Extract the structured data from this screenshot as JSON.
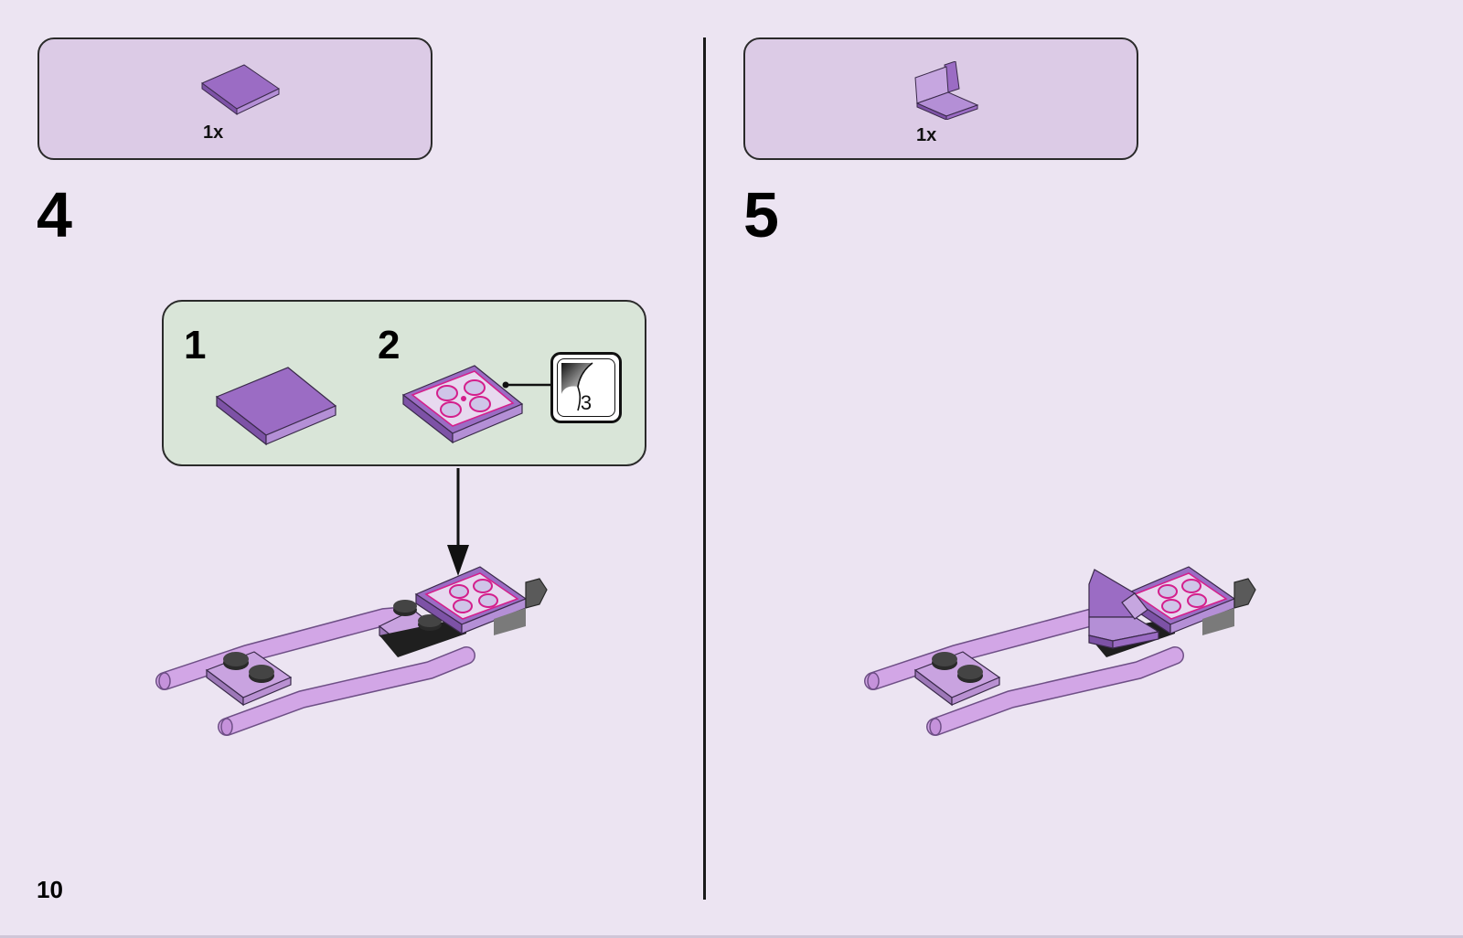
{
  "page": {
    "number": "10"
  },
  "colors": {
    "background": "#ece4f2",
    "parts_box": "#dccbe6",
    "sub_assembly": "#d9e5d8",
    "brick_purple": "#9b6cc4",
    "bar_lilac": "#d2a6e6",
    "tile_pink": "#d41f8c"
  },
  "step4": {
    "number": "4",
    "parts": [
      {
        "qty": "1x",
        "icon": "purple-tile-2x2-icon"
      }
    ],
    "sub_assembly": {
      "steps": [
        {
          "number": "1",
          "icon": "purple-tile-icon"
        },
        {
          "number": "2",
          "icon": "decorated-tile-icon"
        }
      ],
      "sticker": {
        "count": "3",
        "icon": "sticker-sheet-icon"
      }
    }
  },
  "step5": {
    "number": "5",
    "parts": [
      {
        "qty": "1x",
        "icon": "purple-bracket-seat-icon"
      }
    ]
  }
}
